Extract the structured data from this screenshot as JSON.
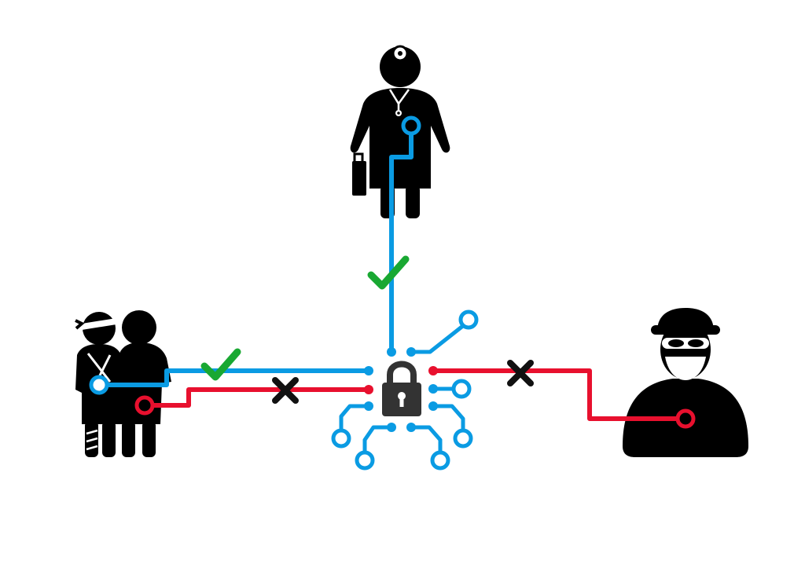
{
  "colors": {
    "background": "#ffffff",
    "authorized_link": "#0a9be3",
    "unauthorized_link": "#e8102e",
    "silhouette": "#000000",
    "lock": "#333333",
    "check": "#19a832",
    "cross": "#111111"
  },
  "nodes": [
    {
      "id": "doctor",
      "icon": "doctor-icon",
      "role": "authorized"
    },
    {
      "id": "patient-family",
      "icon": "patient-family-icon",
      "role": "mixed"
    },
    {
      "id": "intruder",
      "icon": "burglar-icon",
      "role": "unauthorized"
    },
    {
      "id": "secure-data",
      "icon": "padlock-circuit-icon",
      "role": "hub"
    }
  ],
  "connections": [
    {
      "from": "doctor",
      "to": "secure-data",
      "status": "allowed",
      "marker": "check-icon"
    },
    {
      "from": "patient-family",
      "to": "secure-data",
      "status": "allowed",
      "marker": "check-icon"
    },
    {
      "from": "patient-family",
      "to": "secure-data",
      "status": "denied",
      "marker": "cross-icon"
    },
    {
      "from": "intruder",
      "to": "secure-data",
      "status": "denied",
      "marker": "cross-icon"
    }
  ]
}
